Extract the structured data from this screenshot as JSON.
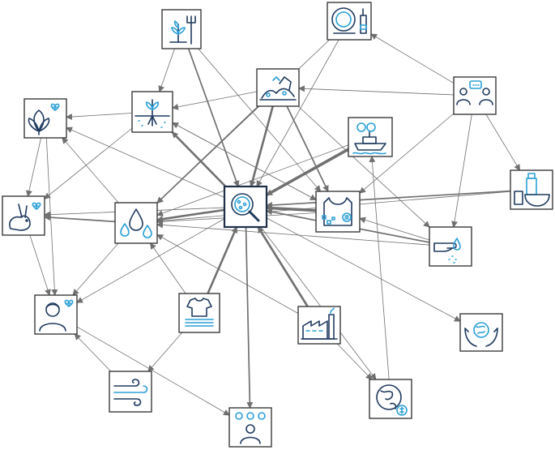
{
  "colors": {
    "icon_dark": "#1f3a5f",
    "icon_blue": "#2b9fd6",
    "edge": "#707070",
    "frame": "#3a3a3a"
  },
  "nodes": [
    {
      "id": "agriculture",
      "icon": "crop-pitchfork-icon"
    },
    {
      "id": "dishes",
      "icon": "plate-bottle-icon"
    },
    {
      "id": "landfill",
      "icon": "waste-dump-icon"
    },
    {
      "id": "stakeholders",
      "icon": "people-discussion-icon"
    },
    {
      "id": "plant_health",
      "icon": "leaf-health-icon"
    },
    {
      "id": "soil",
      "icon": "soil-plant-roots-icon"
    },
    {
      "id": "shipping",
      "icon": "ship-fishing-net-icon"
    },
    {
      "id": "packaging",
      "icon": "food-containers-icon"
    },
    {
      "id": "animal_health",
      "icon": "rabbit-health-icon"
    },
    {
      "id": "water",
      "icon": "water-drops-icon"
    },
    {
      "id": "microplastics",
      "icon": "magnifier-particles-icon"
    },
    {
      "id": "plastic_bag",
      "icon": "plastic-bag-particles-icon"
    },
    {
      "id": "hand_wash",
      "icon": "hand-washing-icon"
    },
    {
      "id": "human_health",
      "icon": "person-health-icon"
    },
    {
      "id": "textiles",
      "icon": "tshirt-fabric-icon"
    },
    {
      "id": "industry",
      "icon": "factory-icon"
    },
    {
      "id": "planet_care",
      "icon": "hands-globe-icon"
    },
    {
      "id": "air",
      "icon": "wind-icon"
    },
    {
      "id": "well_being",
      "icon": "person-emotions-icon"
    },
    {
      "id": "economy",
      "icon": "globe-money-icon"
    }
  ],
  "edges": [
    {
      "from": "agriculture",
      "to": "soil",
      "w": 1
    },
    {
      "from": "agriculture",
      "to": "microplastics",
      "w": 2
    },
    {
      "from": "agriculture",
      "to": "plastic_bag",
      "w": 1
    },
    {
      "from": "dishes",
      "to": "microplastics",
      "w": 1
    },
    {
      "from": "dishes",
      "to": "water",
      "w": 1
    },
    {
      "from": "stakeholders",
      "to": "dishes",
      "w": 1
    },
    {
      "from": "stakeholders",
      "to": "landfill",
      "w": 1
    },
    {
      "from": "stakeholders",
      "to": "packaging",
      "w": 1
    },
    {
      "from": "stakeholders",
      "to": "hand_wash",
      "w": 1
    },
    {
      "from": "stakeholders",
      "to": "plastic_bag",
      "w": 1
    },
    {
      "from": "landfill",
      "to": "soil",
      "w": 1
    },
    {
      "from": "landfill",
      "to": "microplastics",
      "w": 3
    },
    {
      "from": "landfill",
      "to": "water",
      "w": 2
    },
    {
      "from": "landfill",
      "to": "plastic_bag",
      "w": 2
    },
    {
      "from": "landfill",
      "to": "hand_wash",
      "w": 1
    },
    {
      "from": "soil",
      "to": "plant_health",
      "w": 1
    },
    {
      "from": "soil",
      "to": "animal_health",
      "w": 1
    },
    {
      "from": "soil",
      "to": "plastic_bag",
      "w": 1
    },
    {
      "from": "microplastics",
      "to": "soil",
      "w": 3
    },
    {
      "from": "shipping",
      "to": "microplastics",
      "w": 4
    },
    {
      "from": "shipping",
      "to": "water",
      "w": 1
    },
    {
      "from": "packaging",
      "to": "microplastics",
      "w": 2
    },
    {
      "from": "packaging",
      "to": "water",
      "w": 1
    },
    {
      "from": "plastic_bag",
      "to": "microplastics",
      "w": 4
    },
    {
      "from": "plastic_bag",
      "to": "water",
      "w": 1
    },
    {
      "from": "plastic_bag",
      "to": "soil",
      "w": 1
    },
    {
      "from": "hand_wash",
      "to": "microplastics",
      "w": 2
    },
    {
      "from": "hand_wash",
      "to": "plastic_bag",
      "w": 1
    },
    {
      "from": "hand_wash",
      "to": "water",
      "w": 1
    },
    {
      "from": "microplastics",
      "to": "water",
      "w": 3
    },
    {
      "from": "microplastics",
      "to": "animal_health",
      "w": 1
    },
    {
      "from": "microplastics",
      "to": "plant_health",
      "w": 1
    },
    {
      "from": "microplastics",
      "to": "human_health",
      "w": 1
    },
    {
      "from": "microplastics",
      "to": "well_being",
      "w": 2
    },
    {
      "from": "microplastics",
      "to": "planet_care",
      "w": 1
    },
    {
      "from": "microplastics",
      "to": "economy",
      "w": 1
    },
    {
      "from": "water",
      "to": "animal_health",
      "w": 2
    },
    {
      "from": "water",
      "to": "human_health",
      "w": 1
    },
    {
      "from": "water",
      "to": "plant_health",
      "w": 1
    },
    {
      "from": "plant_health",
      "to": "animal_health",
      "w": 1
    },
    {
      "from": "plant_health",
      "to": "human_health",
      "w": 1
    },
    {
      "from": "animal_health",
      "to": "human_health",
      "w": 1
    },
    {
      "from": "textiles",
      "to": "microplastics",
      "w": 3
    },
    {
      "from": "textiles",
      "to": "water",
      "w": 1
    },
    {
      "from": "textiles",
      "to": "air",
      "w": 1
    },
    {
      "from": "industry",
      "to": "microplastics",
      "w": 3
    },
    {
      "from": "industry",
      "to": "water",
      "w": 1
    },
    {
      "from": "industry",
      "to": "economy",
      "w": 1
    },
    {
      "from": "economy",
      "to": "shipping",
      "w": 1
    },
    {
      "from": "human_health",
      "to": "well_being",
      "w": 1
    },
    {
      "from": "air",
      "to": "human_health",
      "w": 1
    }
  ]
}
